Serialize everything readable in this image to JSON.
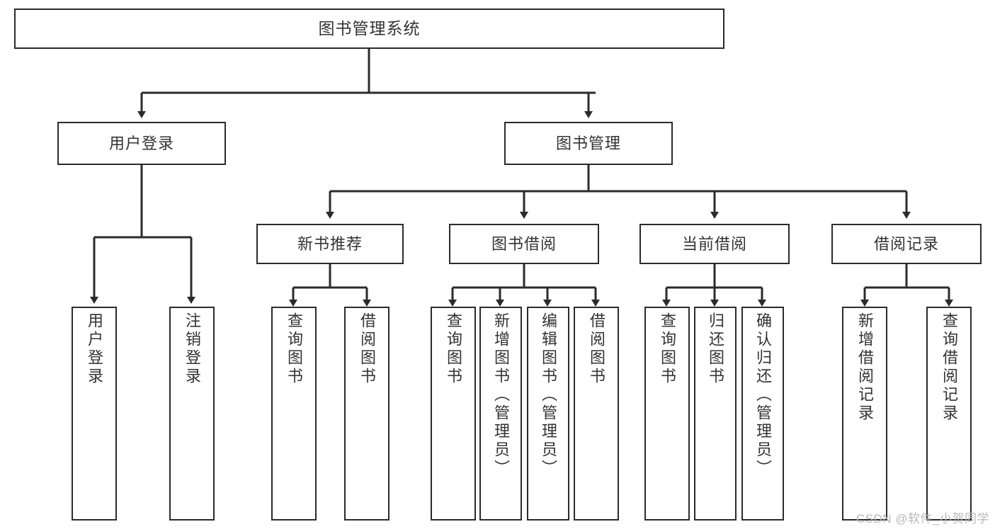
{
  "diagram": {
    "title": "图书管理系统",
    "type": "hierarchy-tree",
    "watermark": "CSDN @软件_小贺同学",
    "colors": {
      "box_border": "#2b2b2b",
      "box_fill": "#ffffff",
      "connector": "#2b2b2b",
      "text": "#333333",
      "watermark": "#b9b9b9"
    },
    "nodes": {
      "root": {
        "label": "图书管理系统"
      },
      "level2": [
        {
          "label": "用户登录"
        },
        {
          "label": "图书管理"
        }
      ],
      "level3": [
        {
          "label": "新书推荐"
        },
        {
          "label": "图书借阅"
        },
        {
          "label": "当前借阅"
        },
        {
          "label": "借阅记录"
        }
      ],
      "leaves_user_login": [
        {
          "label": "用户登录"
        },
        {
          "label": "注销登录"
        }
      ],
      "leaves_new_book": [
        {
          "label": "查询图书"
        },
        {
          "label": "借阅图书"
        }
      ],
      "leaves_borrow": [
        {
          "label": "查询图书"
        },
        {
          "label": "新增图书（管理员）"
        },
        {
          "label": "编辑图书（管理员）"
        },
        {
          "label": "借阅图书"
        }
      ],
      "leaves_current": [
        {
          "label": "查询图书"
        },
        {
          "label": "归还图书"
        },
        {
          "label": "确认归还（管理员）"
        }
      ],
      "leaves_records": [
        {
          "label": "新增借阅记录"
        },
        {
          "label": "查询借阅记录"
        }
      ]
    }
  }
}
